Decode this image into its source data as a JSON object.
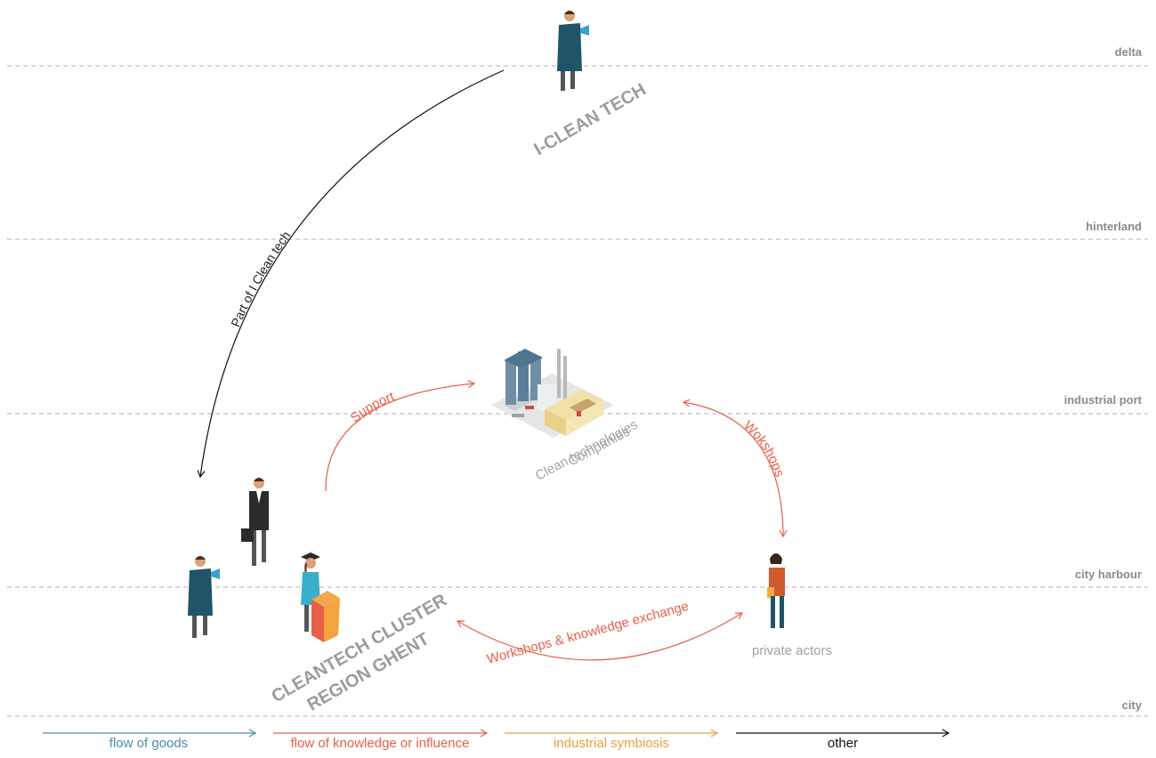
{
  "levels": [
    {
      "label": "delta"
    },
    {
      "label": "hinterland"
    },
    {
      "label": "industrial port"
    },
    {
      "label": "city harbour"
    },
    {
      "label": "city"
    }
  ],
  "titles": {
    "iclean": "I-CLEAN TECH",
    "cluster_line1": "CLEANTECH CLUSTER",
    "cluster_line2": "REGION GHENT"
  },
  "nodes": {
    "factory_line1": "Clean technologies",
    "factory_line2": "Companies",
    "private": "private actors"
  },
  "flows": {
    "part_of": "Part of  I Clean tech",
    "support": "Support",
    "workshops": "Wokshops",
    "workshops_exchange": "Workshops & knowledge exchange"
  },
  "legend": [
    {
      "label": "flow of goods",
      "color": "#4a8fa8"
    },
    {
      "label": "flow of knowledge or influence",
      "color": "#e8604a"
    },
    {
      "label": "industrial symbiosis",
      "color": "#e8a23c"
    },
    {
      "label": "other",
      "color": "#111111"
    }
  ]
}
